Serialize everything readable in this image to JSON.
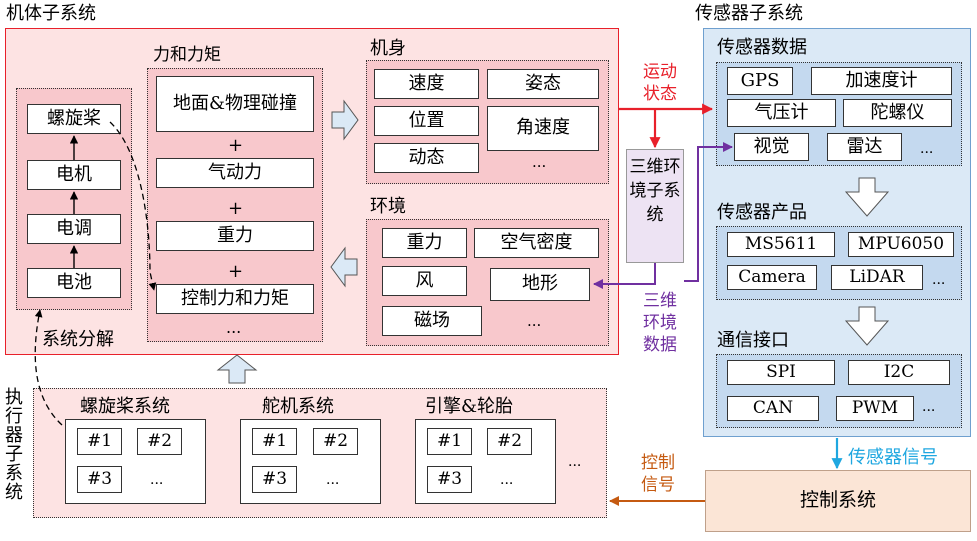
{
  "body_subsystem": {
    "title": "机体子系统",
    "decomposition_label": "系统分解",
    "propulsion_chain": [
      "螺旋桨",
      "电机",
      "电调",
      "电池"
    ],
    "forces": {
      "title": "力和力矩",
      "items": [
        "地面&物理碰撞",
        "气动力",
        "重力",
        "控制力和力矩"
      ],
      "plus": "+",
      "more": "..."
    },
    "airframe": {
      "title": "机身",
      "items": [
        "速度",
        "姿态",
        "位置",
        "角速度",
        "动态"
      ],
      "more": "..."
    },
    "environment": {
      "title": "环境",
      "items": [
        "重力",
        "空气密度",
        "风",
        "地形",
        "磁场"
      ],
      "more": "..."
    }
  },
  "actuator_subsystem": {
    "title": "执行器子系统",
    "groups": [
      {
        "title": "螺旋桨系统",
        "items": [
          "#1",
          "#2",
          "#3",
          "..."
        ]
      },
      {
        "title": "舵机系统",
        "items": [
          "#1",
          "#2",
          "#3",
          "..."
        ]
      },
      {
        "title": "引擎&轮胎",
        "items": [
          "#1",
          "#2",
          "#3",
          "..."
        ]
      }
    ],
    "more": "..."
  },
  "sensor_subsystem": {
    "title": "传感器子系统",
    "data": {
      "title": "传感器数据",
      "items": [
        "GPS",
        "加速度计",
        "气压计",
        "陀螺仪",
        "视觉",
        "雷达"
      ],
      "more": "..."
    },
    "products": {
      "title": "传感器产品",
      "items": [
        "MS5611",
        "MPU6050",
        "Camera",
        "LiDAR"
      ],
      "more": "..."
    },
    "interfaces": {
      "title": "通信接口",
      "items": [
        "SPI",
        "I2C",
        "CAN",
        "PWM"
      ],
      "more": "..."
    }
  },
  "environment_3d_subsystem": "三维环境子系统",
  "control_system": "控制系统",
  "arrows": {
    "motion_state": "运动状态",
    "env_data": "三维环境数据",
    "sensor_signal": "传感器信号",
    "control_signal": "控制信号"
  },
  "colors": {
    "red": "#e8202a",
    "purple": "#7030a0",
    "sky": "#1fa7e0",
    "orange": "#c55a11",
    "pink_fill": "#fde3e3",
    "blue_fill": "#dbe9f6",
    "control_fill": "#fbe5d6"
  }
}
